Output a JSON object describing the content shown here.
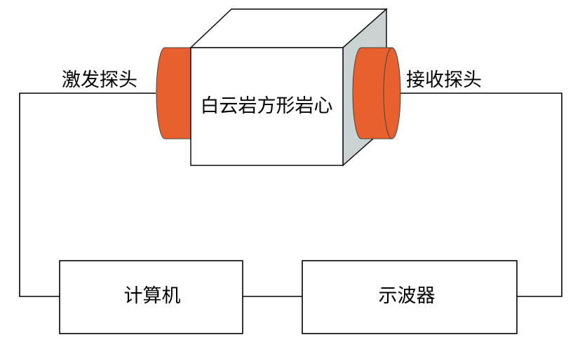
{
  "labels": {
    "transmit_probe": "激发探头",
    "receive_probe": "接收探头",
    "rock_core": "白云岩方形岩心",
    "computer": "计算机",
    "oscilloscope": "示波器"
  },
  "colors": {
    "probe_fill": "#e8602e",
    "cube_front": "#ffffff",
    "cube_side": "#c9d3d4",
    "line": "#000000"
  }
}
